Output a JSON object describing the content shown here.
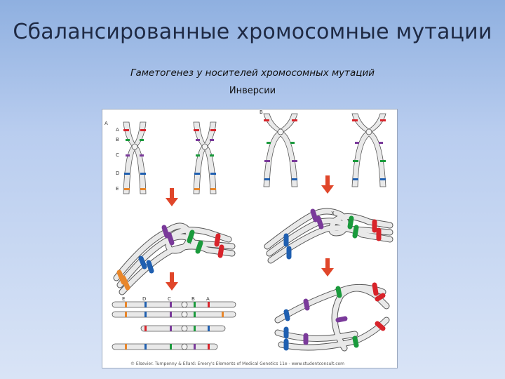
{
  "slide": {
    "title": "Сбалансированные хромосомные мутации",
    "subtitle": "Гаметогенез у носителей хромосомных мутаций",
    "subsubtitle": "Инверсии"
  },
  "figure": {
    "panel_a_label": "A",
    "panel_b_label": "B",
    "gene_labels": [
      "A",
      "B",
      "C",
      "D",
      "E"
    ],
    "crossover_mark": "X",
    "credit": "© Elsevier. Turnpenny & Ellard: Emery's Elements of Medical Genetics 11e - www.studentconsult.com",
    "colors": {
      "A": "#d8232a",
      "B": "#1a9a3c",
      "C": "#7a3a9a",
      "D": "#1f5fb0",
      "E": "#e8862a",
      "arrow": "#e0462a",
      "chromosome": "#e9e9e9",
      "outline": "#555555"
    }
  }
}
